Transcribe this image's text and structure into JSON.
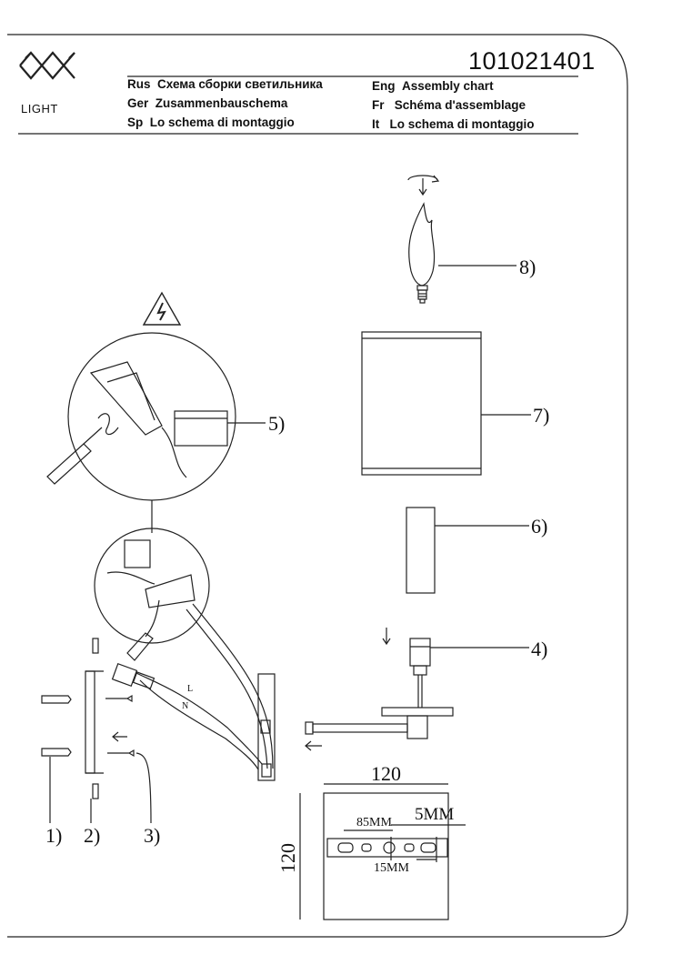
{
  "header": {
    "brand": "LIGHT",
    "article_number": "101021401",
    "titles": [
      {
        "code": "Rus",
        "text": "Схема сборки светильника"
      },
      {
        "code": "Ger",
        "text": "Zusammenbauschema"
      },
      {
        "code": "Sp",
        "text": "Lo schema di montaggio"
      },
      {
        "code": "Eng",
        "text": "Assembly chart"
      },
      {
        "code": "Fr",
        "text": "Schéma d'assemblage"
      },
      {
        "code": "It",
        "text": "Lo schema di montaggio"
      }
    ]
  },
  "parts": {
    "p1": "1)",
    "p2": "2)",
    "p3": "3)",
    "p4": "4)",
    "p5": "5)",
    "p6": "6)",
    "p7": "7)",
    "p8": "8)"
  },
  "wires": {
    "live": "L",
    "neutral": "N"
  },
  "plate": {
    "width": "120",
    "height": "120",
    "hole_spacing": "85MM",
    "slot_width": "5MM",
    "slot_length": "15MM"
  }
}
